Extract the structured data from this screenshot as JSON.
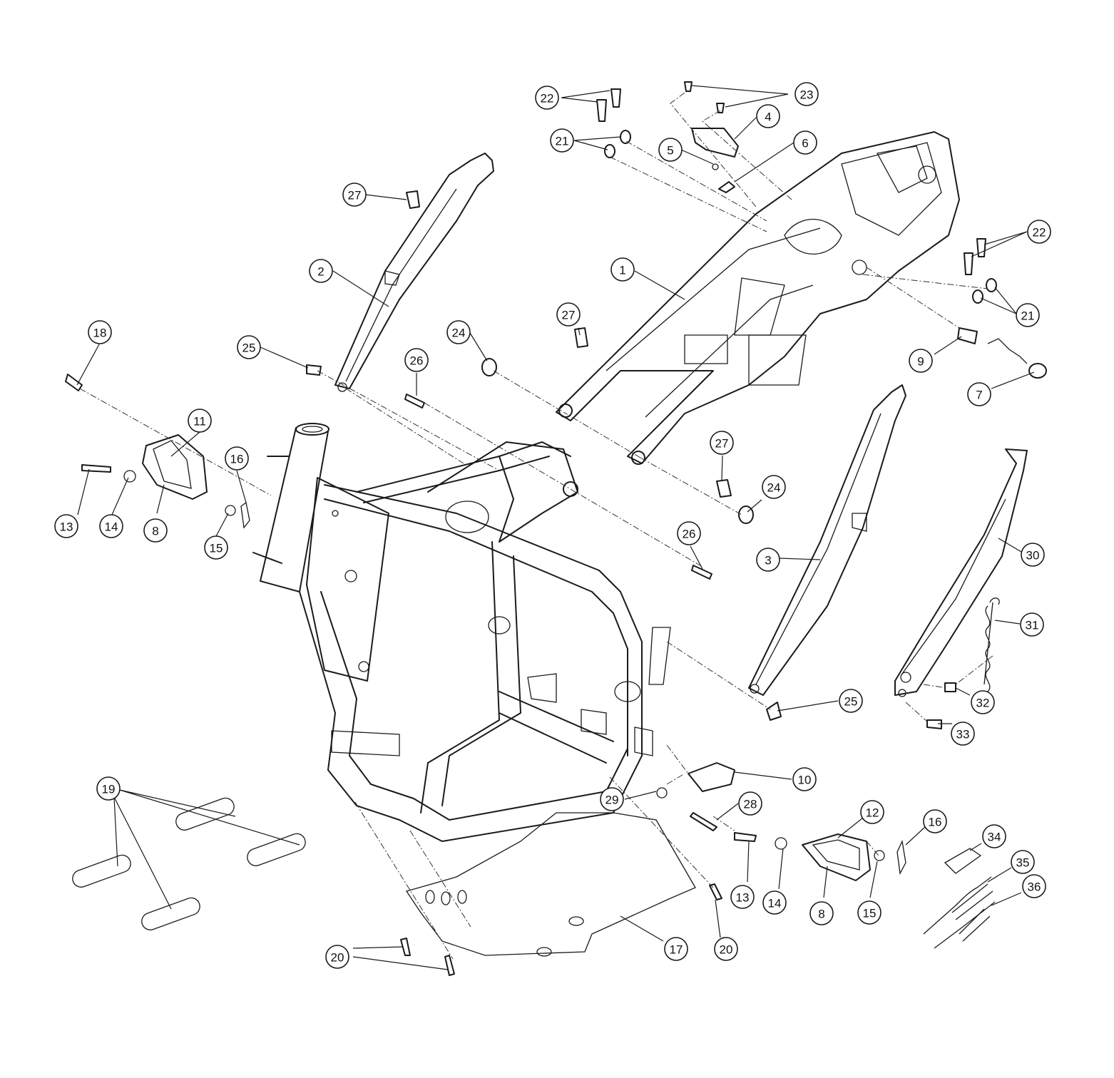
{
  "callouts": [
    {
      "id": "c1",
      "label": "1"
    },
    {
      "id": "c2",
      "label": "2"
    },
    {
      "id": "c3",
      "label": "3"
    },
    {
      "id": "c4",
      "label": "4"
    },
    {
      "id": "c5",
      "label": "5"
    },
    {
      "id": "c6",
      "label": "6"
    },
    {
      "id": "c7",
      "label": "7"
    },
    {
      "id": "c8a",
      "label": "8"
    },
    {
      "id": "c8b",
      "label": "8"
    },
    {
      "id": "c9",
      "label": "9"
    },
    {
      "id": "c10",
      "label": "10"
    },
    {
      "id": "c11",
      "label": "11"
    },
    {
      "id": "c12",
      "label": "12"
    },
    {
      "id": "c13a",
      "label": "13"
    },
    {
      "id": "c13b",
      "label": "13"
    },
    {
      "id": "c14a",
      "label": "14"
    },
    {
      "id": "c14b",
      "label": "14"
    },
    {
      "id": "c15a",
      "label": "15"
    },
    {
      "id": "c15b",
      "label": "15"
    },
    {
      "id": "c16a",
      "label": "16"
    },
    {
      "id": "c16b",
      "label": "16"
    },
    {
      "id": "c17",
      "label": "17"
    },
    {
      "id": "c18",
      "label": "18"
    },
    {
      "id": "c19",
      "label": "19"
    },
    {
      "id": "c20a",
      "label": "20"
    },
    {
      "id": "c20b",
      "label": "20"
    },
    {
      "id": "c21a",
      "label": "21"
    },
    {
      "id": "c21b",
      "label": "21"
    },
    {
      "id": "c22a",
      "label": "22"
    },
    {
      "id": "c22b",
      "label": "22"
    },
    {
      "id": "c23",
      "label": "23"
    },
    {
      "id": "c24a",
      "label": "24"
    },
    {
      "id": "c24b",
      "label": "24"
    },
    {
      "id": "c25a",
      "label": "25"
    },
    {
      "id": "c25b",
      "label": "25"
    },
    {
      "id": "c26a",
      "label": "26"
    },
    {
      "id": "c26b",
      "label": "26"
    },
    {
      "id": "c27a",
      "label": "27"
    },
    {
      "id": "c27b",
      "label": "27"
    },
    {
      "id": "c27c",
      "label": "27"
    },
    {
      "id": "c28",
      "label": "28"
    },
    {
      "id": "c29",
      "label": "29"
    },
    {
      "id": "c30",
      "label": "30"
    },
    {
      "id": "c31",
      "label": "31"
    },
    {
      "id": "c32",
      "label": "32"
    },
    {
      "id": "c33",
      "label": "33"
    },
    {
      "id": "c34",
      "label": "34"
    },
    {
      "id": "c35",
      "label": "35"
    },
    {
      "id": "c36",
      "label": "36"
    }
  ]
}
